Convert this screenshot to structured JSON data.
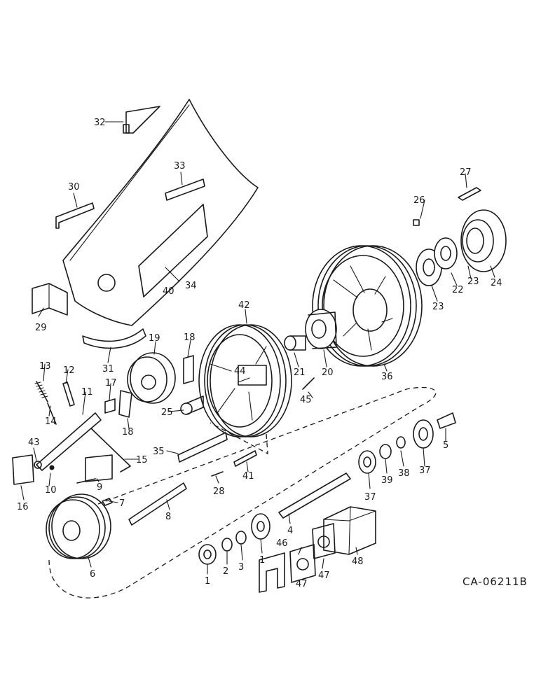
{
  "diagram": {
    "reference_code": "CA-06211B",
    "callouts": {
      "c1a": "1",
      "c1b": "1",
      "c2": "2",
      "c3": "3",
      "c4": "4",
      "c5": "5",
      "c6": "6",
      "c7": "7",
      "c8": "8",
      "c9": "9",
      "c10": "10",
      "c11": "11",
      "c12": "12",
      "c13": "13",
      "c14": "14",
      "c15": "15",
      "c16": "16",
      "c17": "17",
      "c18a": "18",
      "c18b": "18",
      "c19": "19",
      "c20": "20",
      "c21": "21",
      "c22": "22",
      "c23a": "23",
      "c23b": "23",
      "c24": "24",
      "c25": "25",
      "c26": "26",
      "c27": "27",
      "c28": "28",
      "c29": "29",
      "c30": "30",
      "c31": "31",
      "c32": "32",
      "c33": "33",
      "c34": "34",
      "c35": "35",
      "c36": "36",
      "c37a": "37",
      "c37b": "37",
      "c38": "38",
      "c39": "39",
      "c40": "40",
      "c41": "41",
      "c42": "42",
      "c43": "43",
      "c44": "44",
      "c45": "45",
      "c46": "46",
      "c47a": "47",
      "c47b": "47",
      "c48": "48"
    }
  }
}
